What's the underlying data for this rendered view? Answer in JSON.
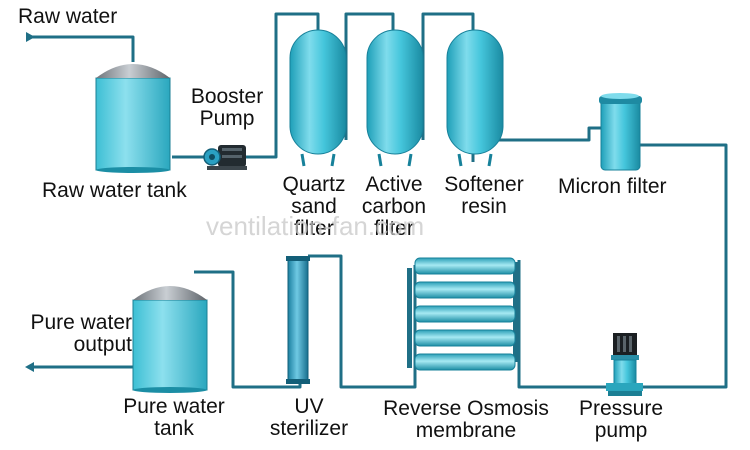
{
  "labels": {
    "raw_water": "Raw water",
    "booster_pump": [
      "Booster",
      "Pump"
    ],
    "raw_water_tank": "Raw water tank",
    "quartz_sand_filter": [
      "Quartz",
      "sand",
      "filter"
    ],
    "active_carbon_filter": [
      "Active",
      "carbon",
      "filter"
    ],
    "softener_resin": [
      "Softener",
      "resin"
    ],
    "micron_filter": "Micron filter",
    "pure_water_output": [
      "Pure water",
      "output"
    ],
    "pure_water_tank": [
      "Pure water",
      "tank"
    ],
    "uv_sterilizer": [
      "UV",
      "sterilizer"
    ],
    "reverse_osmosis_membrane": [
      "Reverse Osmosis",
      "membrane"
    ],
    "pressure_pump": [
      "Pressure",
      "pump"
    ]
  },
  "watermark": "ventilation-fan.com",
  "colors": {
    "pipe": "#1f6f86",
    "vessel_light": "#9be6f1",
    "vessel_mid": "#45c6dc",
    "vessel_dark": "#1e9fb8",
    "dome": "#9aa0a6",
    "text": "#111111"
  }
}
